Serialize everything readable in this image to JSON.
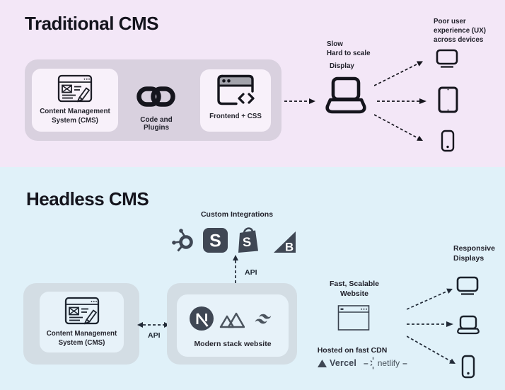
{
  "traditional": {
    "title": "Traditional CMS",
    "cms_label": "Content Management System (CMS)",
    "plugins_label": "Code and Plugins",
    "frontend_label": "Frontend + CSS",
    "note_line1": "Slow",
    "note_line2": "Hard to scale",
    "display_label": "Display",
    "outcome": "Poor user experience (UX) across devices",
    "devices": [
      "monitor",
      "tablet",
      "phone"
    ]
  },
  "headless": {
    "title": "Headless CMS",
    "integrations_label": "Custom Integrations",
    "integration_icons": [
      "hubspot",
      "stripe",
      "shopify",
      "bigcommerce"
    ],
    "api_top_label": "API",
    "api_left_label": "API",
    "cms_label": "Content Management System (CMS)",
    "stack_label": "Modern stack website",
    "stack_icons": [
      "nextjs",
      "nuxt",
      "tailwindcss"
    ],
    "website_label": "Fast, Scalable Website",
    "cdn_label": "Hosted on fast CDN",
    "vercel_label": "Vercel",
    "netlify_label": "netlify",
    "netlify_dash": "–",
    "outcome": "Responsive Displays",
    "devices": [
      "monitor",
      "laptop",
      "phone"
    ]
  },
  "colors": {
    "top_background": "#f3e7f7",
    "bottom_background": "#e0f1f9",
    "top_group": "#d9d1df",
    "top_card": "#f8f1fa",
    "bottom_group": "#d3dde4",
    "bottom_card": "#e7f2f9",
    "ink": "#17171f",
    "slate_icon": "#3f4754"
  }
}
